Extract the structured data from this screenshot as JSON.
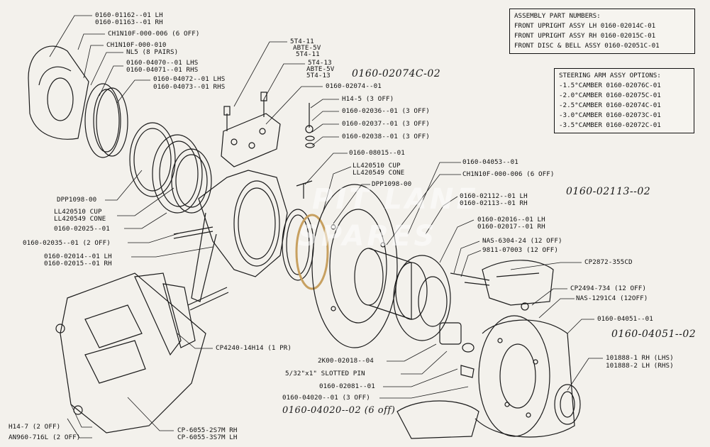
{
  "watermark": {
    "line1": "PIT LANE",
    "line2": "SPARES"
  },
  "assembly_box": {
    "title": "ASSEMBLY PART NUMBERS:",
    "rows": [
      "FRONT UPRIGHT ASSY LH  0160-02014C-01",
      "FRONT UPRIGHT ASSY RH  0160-02015C-01",
      "FRONT DISC & BELL ASSY 0160-02051C-01"
    ]
  },
  "steering_box": {
    "title": "STEERING ARM ASSY OPTIONS:",
    "rows": [
      "-1.5°CAMBER  0160-02076C-01",
      "-2.0°CAMBER  0160-02075C-01",
      "-2.5°CAMBER  0160-02074C-01",
      "-3.0°CAMBER  0160-02073C-01",
      "-3.5°CAMBER  0160-02072C-01"
    ]
  },
  "labels": {
    "l01": "0160-01162--01 LH",
    "l02": "0160-01163--01 RH",
    "l03": "CH1N10F-000-006 (6 OFF)",
    "l04": "CH1N10F-000-010",
    "l05": "NL5 (8 PAIRS)",
    "l06": "0160-04070--01 LHS",
    "l07": "0160-04071--01 RHS",
    "l08": "0160-04072--01 LHS",
    "l09": "0160-04073--01 RHS",
    "l10": "5T4-11",
    "l11": "ABTE-5V",
    "l12": "5T4-11",
    "l13": "5T4-13",
    "l14": "ABTE-5V",
    "l15": "5T4-13",
    "l16": "0160-02074--01",
    "l17": "H14-5 (3 OFF)",
    "l18": "0160-02036--01 (3 OFF)",
    "l19": "0160-02037--01 (3 OFF)",
    "l20": "0160-02038--01 (3 OFF)",
    "l21": "0160-08015--01",
    "l22": "LL420510 CUP",
    "l23": "LL420549 CONE",
    "l24": "DPP1098-00",
    "l25": "0160-04053--01",
    "l26": "CH1N10F-000-006 (6 OFF)",
    "l27": "0160-02112--01 LH",
    "l28": "0160-02113--01 RH",
    "l29": "0160-02016--01 LH",
    "l30": "0160-02017--01 RH",
    "l31": "NAS-6304-24 (12 OFF)",
    "l32": "9811-07003 (12 OFF)",
    "l33": "CP2872-355CD",
    "l34": "CP2494-734 (12 OFF)",
    "l35": "NAS-1291C4 (12OFF)",
    "l36": "0160-04051--01",
    "l37": "101888-1 RH (LHS)",
    "l38": "101888-2 LH (RHS)",
    "l39": "DPP1098-00",
    "l40": "LL420510 CUP",
    "l41": "LL420549 CONE",
    "l42": "0160-02025--01",
    "l43": "0160-02035--01 (2 OFF)",
    "l44": "0160-02014--01 LH",
    "l45": "0160-02015--01 RH",
    "l46": "CP4240-14H14 (1 PR)",
    "l47": "2K00-02018--04",
    "l48": "5/32\"x1\" SLOTTED PIN",
    "l49": "0160-02081--01",
    "l50": "0160-04020--01 (3 OFF)",
    "l51": "H14-7 (2 OFF)",
    "l52": "AN960-716L (2 OFF)",
    "l53": "CP-6055-2S7M RH",
    "l54": "CP-6055-3S7M LH"
  },
  "handwritten": {
    "h1": "0160-02074C-02",
    "h2": "0160-02113--02",
    "h3": "0160-04051--02",
    "h4": "0160-04020--02 (6 off)"
  }
}
